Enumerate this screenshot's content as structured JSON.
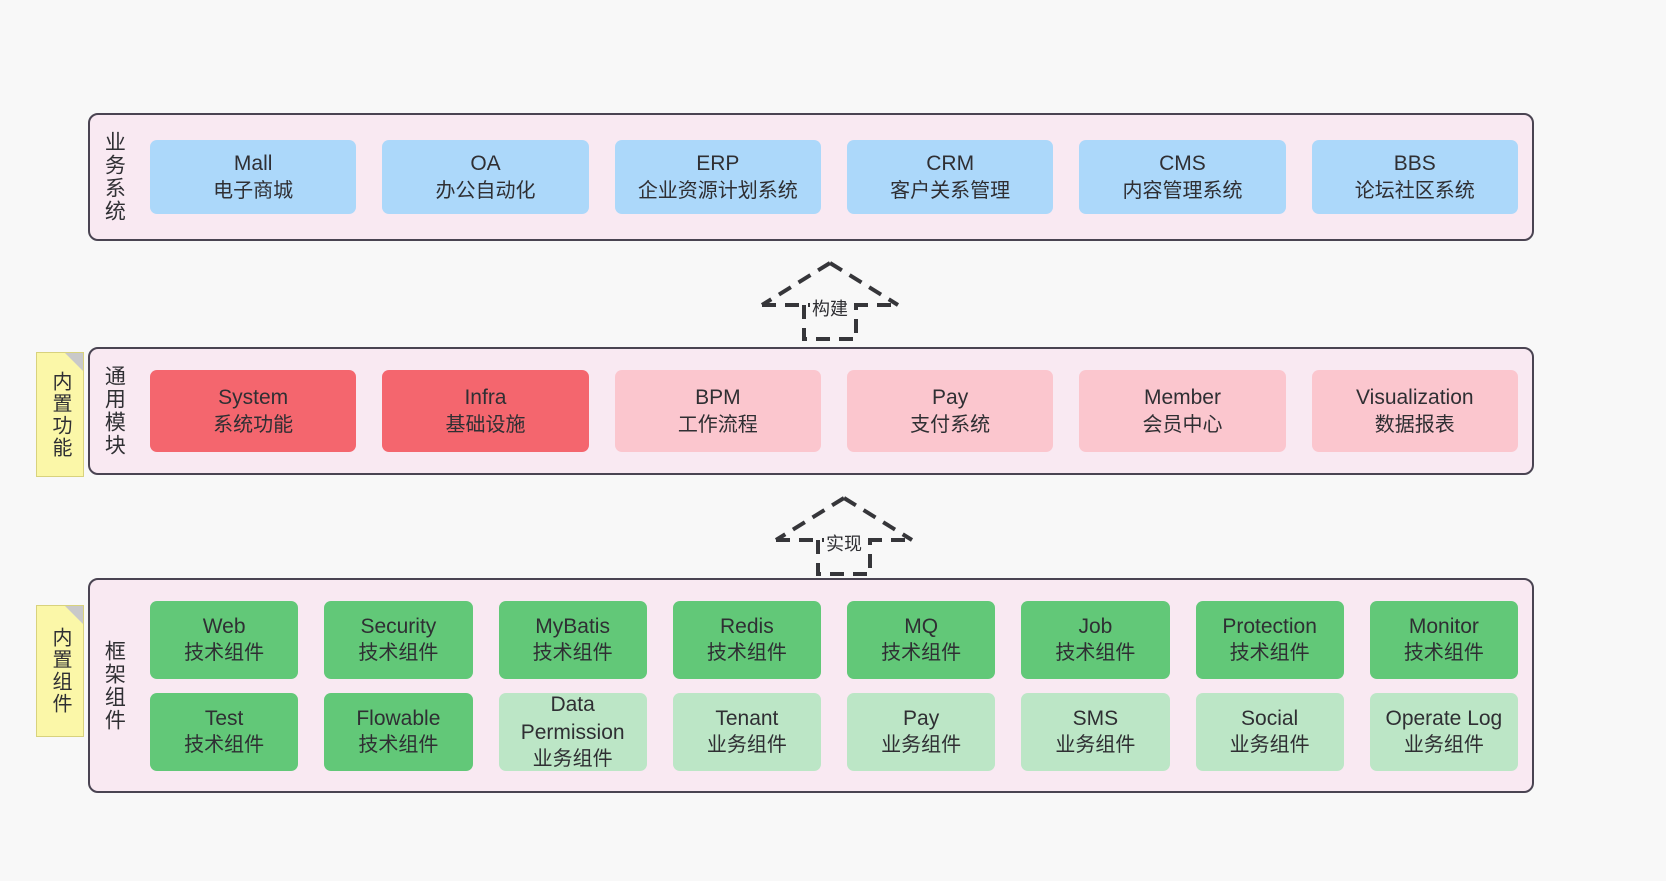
{
  "diagram": {
    "background_color": "#f8f8f8",
    "palette": {
      "layer_fill": "#f9e9f2",
      "layer_border": "#4a4452",
      "blue": "#ACD8FA",
      "red": "#F4666E",
      "pink": "#FBC6CE",
      "green": "#62C878",
      "light_green": "#BCE6C6",
      "note_yellow": "#FBF7A8"
    }
  },
  "layers": {
    "business": {
      "title": "业务系统",
      "cards": [
        {
          "en": "Mall",
          "cn": "电子商城"
        },
        {
          "en": "OA",
          "cn": "办公自动化"
        },
        {
          "en": "ERP",
          "cn": "企业资源计划系统"
        },
        {
          "en": "CRM",
          "cn": "客户关系管理"
        },
        {
          "en": "CMS",
          "cn": "内容管理系统"
        },
        {
          "en": "BBS",
          "cn": "论坛社区系统"
        }
      ]
    },
    "common": {
      "title": "通用模块",
      "note": "内置功能",
      "cards": [
        {
          "en": "System",
          "cn": "系统功能"
        },
        {
          "en": "Infra",
          "cn": "基础设施"
        },
        {
          "en": "BPM",
          "cn": "工作流程"
        },
        {
          "en": "Pay",
          "cn": "支付系统"
        },
        {
          "en": "Member",
          "cn": "会员中心"
        },
        {
          "en": "Visualization",
          "cn": "数据报表"
        }
      ]
    },
    "framework": {
      "title": "框架组件",
      "note": "内置组件",
      "row1": [
        {
          "en": "Web",
          "cn": "技术组件"
        },
        {
          "en": "Security",
          "cn": "技术组件"
        },
        {
          "en": "MyBatis",
          "cn": "技术组件"
        },
        {
          "en": "Redis",
          "cn": "技术组件"
        },
        {
          "en": "MQ",
          "cn": "技术组件"
        },
        {
          "en": "Job",
          "cn": "技术组件"
        },
        {
          "en": "Protection",
          "cn": "技术组件"
        },
        {
          "en": "Monitor",
          "cn": "技术组件"
        }
      ],
      "row2": [
        {
          "en": "Test",
          "cn": "技术组件"
        },
        {
          "en": "Flowable",
          "cn": "技术组件"
        },
        {
          "en": "Data Permission",
          "cn": "业务组件"
        },
        {
          "en": "Tenant",
          "cn": "业务组件"
        },
        {
          "en": "Pay",
          "cn": "业务组件"
        },
        {
          "en": "SMS",
          "cn": "业务组件"
        },
        {
          "en": "Social",
          "cn": "业务组件"
        },
        {
          "en": "Operate Log",
          "cn": "业务组件"
        }
      ]
    }
  },
  "connectors": {
    "build": {
      "label": "构建",
      "style": "dashed-generalization",
      "direction": "up"
    },
    "realize": {
      "label": "实现",
      "style": "dashed-generalization",
      "direction": "up"
    }
  }
}
